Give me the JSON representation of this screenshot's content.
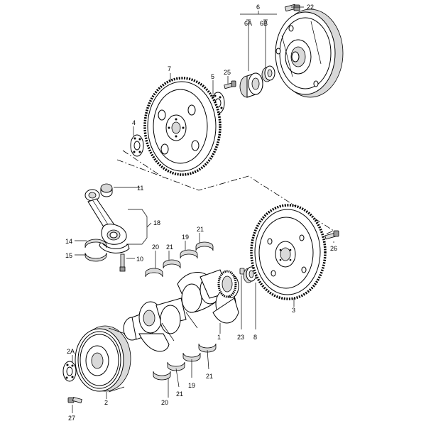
{
  "callouts": {
    "p1": "1",
    "p2": "2",
    "p2a": "2A",
    "p3": "3",
    "p4": "4",
    "p5": "5",
    "p6": "6",
    "p6a": "6A",
    "p6b": "6B",
    "p7": "7",
    "p8": "8",
    "p10": "10",
    "p11": "11",
    "p14": "14",
    "p15": "15",
    "p18": "18",
    "p19a": "19",
    "p19b": "19",
    "p20a": "20",
    "p20b": "20",
    "p21a": "21",
    "p21b": "21",
    "p21c": "21",
    "p21d": "21",
    "p22": "22",
    "p23": "23",
    "p25": "25",
    "p26": "26",
    "p27": "27"
  }
}
